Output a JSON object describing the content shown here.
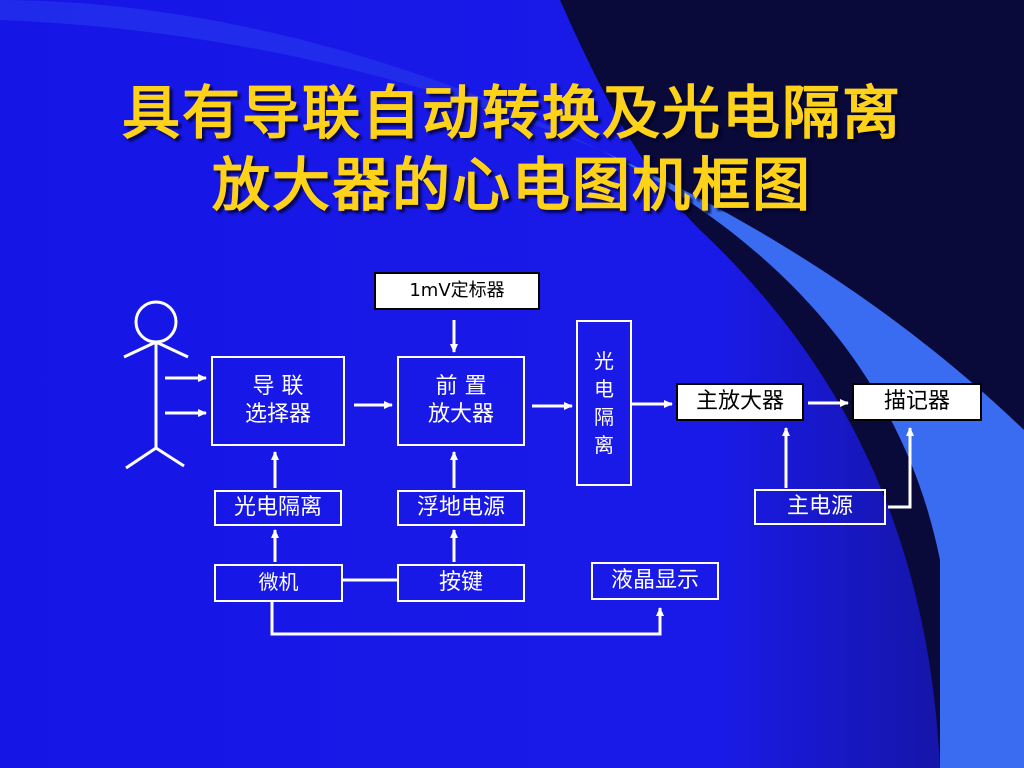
{
  "title": {
    "line1": "具有导联自动转换及光电隔离",
    "line2": "放大器的心电图机框图"
  },
  "blocks": {
    "calibrator": "1mV定标器",
    "lead_selector": "导  联\n选择器",
    "preamp": "前  置\n放大器",
    "optical_isolation_vertical": "光\n电\n隔\n离",
    "main_amp": "主放大器",
    "recorder": "描记器",
    "optical_isolation": "光电隔离",
    "floating_power": "浮地电源",
    "main_power": "主电源",
    "microcomputer": "微机",
    "keypad": "按键",
    "lcd_display": "液晶显示"
  },
  "colors": {
    "background": "#1a1aee",
    "title": "#ffd21a",
    "line": "#ffffff"
  }
}
